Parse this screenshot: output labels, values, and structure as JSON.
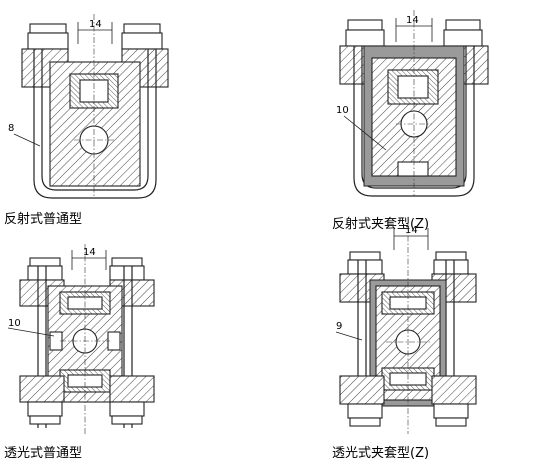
{
  "panels": [
    {
      "caption": "反射式普通型",
      "dimension": "14",
      "callout": "8"
    },
    {
      "caption": "反射式夹套型(Z)",
      "dimension": "14",
      "callout": "10"
    },
    {
      "caption": "透光式普通型",
      "dimension": "14",
      "callout": "10"
    },
    {
      "caption": "透光式夹套型(Z)",
      "dimension": "14",
      "callout": "9"
    }
  ]
}
